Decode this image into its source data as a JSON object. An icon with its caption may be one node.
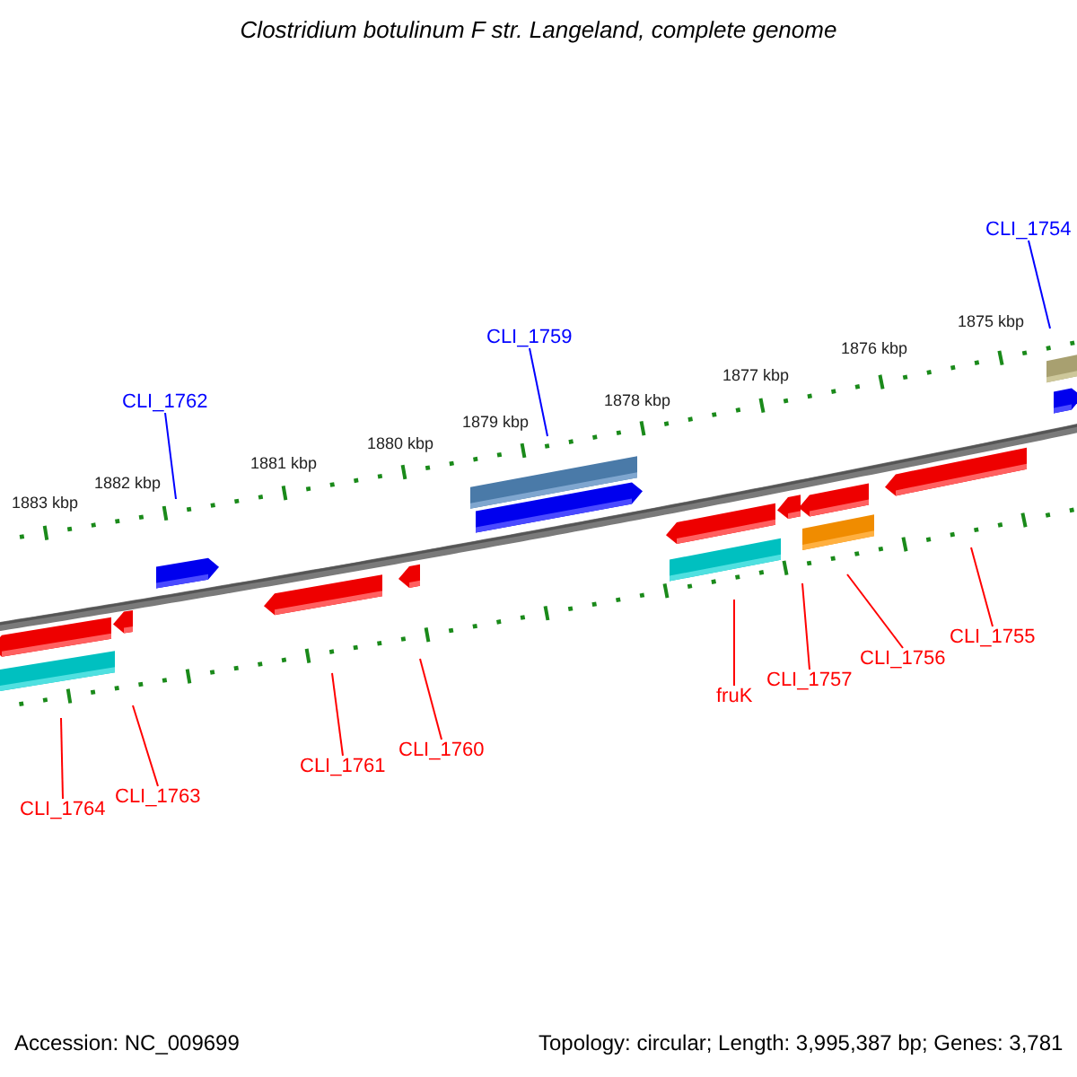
{
  "diagram": {
    "title": "Clostridium botulinum F str. Langeland, complete genome",
    "nodes": [
      {
        "text": [
          "CLI_1754"
        ]
      },
      {
        "text": [
          "CLI_1759"
        ]
      },
      {
        "text": [
          "CLI_1762"
        ]
      },
      {
        "text": [
          "CLI_1755"
        ]
      },
      {
        "text": [
          "CLI_1756"
        ]
      },
      {
        "text": [
          "CLI_1757"
        ]
      },
      {
        "text": [
          "fruK"
        ]
      },
      {
        "text": [
          "CLI_1760"
        ]
      },
      {
        "text": [
          "CLI_1761"
        ]
      },
      {
        "text": [
          "CLI_1763"
        ]
      },
      {
        "text": [
          "CLI_1764"
        ]
      }
    ],
    "edges": [
      {
        "from": 0,
        "to": null,
        "arrow": "none",
        "color": "#0000ff"
      },
      {
        "from": 1,
        "to": null,
        "arrow": "none",
        "color": "#0000ff"
      },
      {
        "from": 2,
        "to": null,
        "arrow": "none",
        "color": "#0000ff"
      },
      {
        "from": 3,
        "to": null,
        "arrow": "none"
      },
      {
        "from": 4,
        "to": null,
        "arrow": "none"
      },
      {
        "from": 5,
        "to": null,
        "arrow": "none"
      },
      {
        "from": 6,
        "to": null,
        "arrow": "none"
      },
      {
        "from": 7,
        "to": null,
        "arrow": "none"
      },
      {
        "from": 8,
        "to": null,
        "arrow": "none"
      },
      {
        "from": 9,
        "to": null,
        "arrow": "none"
      },
      {
        "from": 10,
        "to": null,
        "arrow": "none"
      }
    ],
    "labels": [
      "1883 kbp",
      "1882 kbp",
      "1881 kbp",
      "1880 kbp",
      "1879 kbp",
      "1878 kbp",
      "1877 kbp",
      "1876 kbp",
      "1875 kbp",
      "Accession: NC_009699",
      "Topology: circular; Length: 3,995,387 bp; Genes: 3,781"
    ]
  }
}
